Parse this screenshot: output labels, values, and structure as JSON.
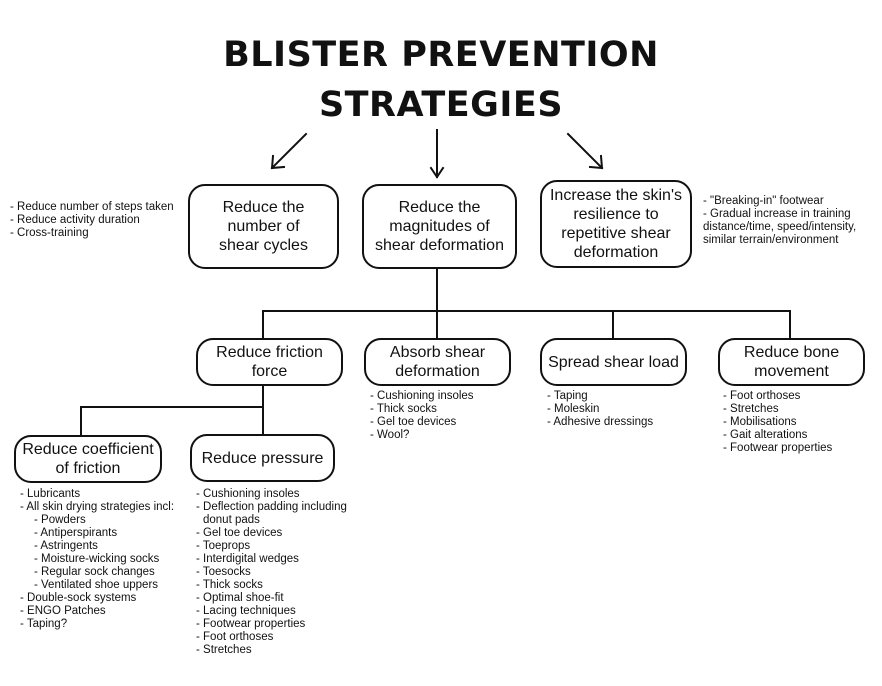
{
  "title": {
    "line1": "BLISTER PREVENTION",
    "line2": "STRATEGIES"
  },
  "nodes": {
    "shear_cycles": "Reduce the number of shear cycles",
    "shear_deformation": "Reduce the magnitudes of shear deformation",
    "skin_resilience": "Increase the skin's resilience to repetitive shear deformation",
    "friction_force": "Reduce friction force",
    "absorb_shear": "Absorb shear deformation",
    "spread_load": "Spread shear load",
    "bone_movement": "Reduce bone movement",
    "coef_friction": "Reduce coefficient of friction",
    "pressure": "Reduce pressure"
  },
  "lists": {
    "shear_cycles": [
      "- Reduce number of steps taken",
      "- Reduce activity duration",
      "- Cross-training"
    ],
    "skin_resilience": [
      "- \"Breaking-in\" footwear",
      "- Gradual increase in training",
      "distance/time, speed/intensity,",
      "similar terrain/environment"
    ],
    "absorb_shear": [
      "- Cushioning insoles",
      "- Thick socks",
      "- Gel toe devices",
      "- Wool?"
    ],
    "spread_load": [
      "- Taping",
      "- Moleskin",
      "- Adhesive dressings"
    ],
    "bone_movement": [
      "- Foot orthoses",
      "- Stretches",
      "- Mobilisations",
      "- Gait alterations",
      "- Footwear properties"
    ],
    "coef_friction": [
      "- Lubricants",
      "- All skin drying strategies incl:",
      "- Powders",
      "- Antiperspirants",
      "- Astringents",
      "- Moisture-wicking socks",
      "- Regular sock changes",
      "- Ventilated shoe uppers",
      "- Double-sock systems",
      "- ENGO Patches",
      "- Taping?"
    ],
    "pressure": [
      "- Cushioning insoles",
      "- Deflection padding including",
      "donut pads",
      "- Gel toe devices",
      "- Toeprops",
      "- Interdigital wedges",
      "- Toesocks",
      "- Thick socks",
      "- Optimal shoe-fit",
      "- Lacing techniques",
      "- Footwear properties",
      "- Foot orthoses",
      "- Stretches"
    ]
  }
}
